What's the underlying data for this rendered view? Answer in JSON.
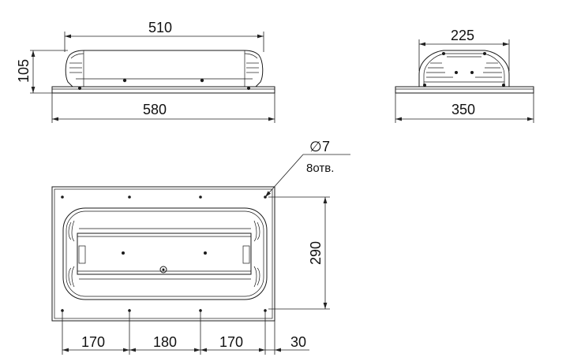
{
  "dimensions": {
    "front_length_top": "510",
    "front_height": "105",
    "front_length_base": "580",
    "side_width_top": "225",
    "side_width_base": "350",
    "plan_height": "290",
    "hole_diameter": "7",
    "hole_count": "8отв.",
    "plan_span_1": "170",
    "plan_span_2": "180",
    "plan_span_3": "170",
    "plan_span_4": "30"
  },
  "symbols": {
    "diameter": "∅"
  }
}
